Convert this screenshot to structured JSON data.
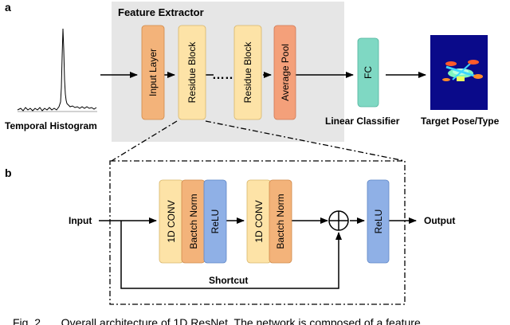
{
  "panel_a": {
    "tag": "a",
    "feature_extractor_title": "Feature Extractor",
    "input_caption": "Temporal Histogram",
    "blocks": {
      "input_layer": "Input Layer",
      "residue_block_1": "Residue Block",
      "ellipsis": "……",
      "residue_block_2": "Residue Block",
      "average_pool": "Average Pool",
      "fc": "FC"
    },
    "classifier_caption": "Linear Classifier",
    "output_caption": "Target Pose/Type"
  },
  "panel_b": {
    "tag": "b",
    "input_label": "Input",
    "output_label": "Output",
    "shortcut_label": "Shortcut",
    "layers": {
      "conv_1": "1D CONV",
      "norm_1": "Bactch Norm",
      "relu_1": "ReLU",
      "conv_2": "1D CONV",
      "norm_2": "Bactch Norm",
      "relu_out": "ReLU"
    }
  },
  "caption_fragment": "Fig. 2. … Overall architecture of 1D ResNet. The network is composed of a feature",
  "colors": {
    "extractor_bg": "#e6e6e6",
    "input_layer": "#f3b37a",
    "residue_block": "#fde3a7",
    "average_pool": "#f4a07a",
    "fc": "#7fd8c3",
    "conv": "#fde3a7",
    "norm": "#f3b37a",
    "relu": "#8fb0e6",
    "target_bg": "#0a0a8a"
  }
}
